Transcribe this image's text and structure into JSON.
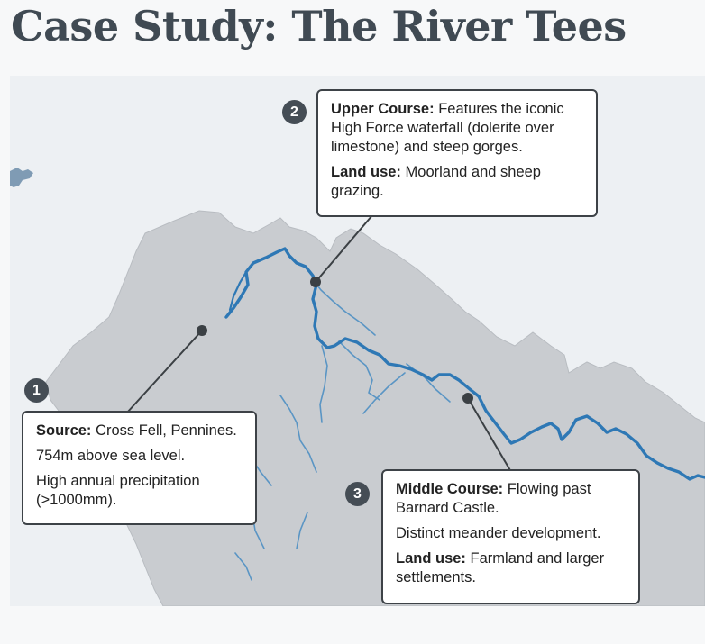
{
  "title": "Case Study: The River Tees",
  "markers": [
    {
      "number": "1"
    },
    {
      "number": "2"
    },
    {
      "number": "3"
    }
  ],
  "callouts": {
    "source": {
      "heading": "Source:",
      "line1_rest": "Cross Fell, Pennines.",
      "line2": "754m above sea level.",
      "line3": "High annual precipitation (>1000mm)."
    },
    "upper_course": {
      "heading": "Upper Course:",
      "line1_rest": "Features the iconic High Force waterfall (dolerite over limestone) and steep gorges.",
      "land_use_label": "Land use:",
      "land_use_rest": "Moorland and sheep grazing."
    },
    "middle_course": {
      "heading": "Middle Course:",
      "line1_rest": "Flowing past Barnard Castle.",
      "line2": "Distinct meander development.",
      "land_use_label": "Land use:",
      "land_use_rest": "Farmland and larger settlements."
    }
  },
  "colors": {
    "river": "#2e78b5",
    "tributary": "#5a95c4",
    "land": "#c9ccd0",
    "background": "#edf0f3",
    "leader_line": "#3b4044"
  }
}
